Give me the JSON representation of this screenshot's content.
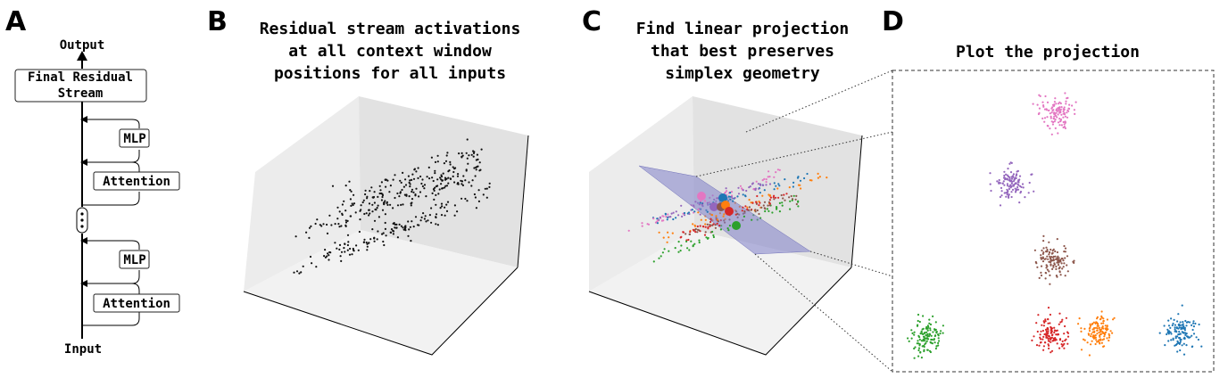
{
  "panels": {
    "a": {
      "letter": "A",
      "output_label": "Output",
      "final_residual_line1": "Final Residual",
      "final_residual_line2": "Stream",
      "mlp_label": "MLP",
      "attention_label": "Attention",
      "input_label": "Input"
    },
    "b": {
      "letter": "B",
      "title_line1": "Residual stream activations",
      "title_line2": "at all context window",
      "title_line3": "positions for all inputs"
    },
    "c": {
      "letter": "C",
      "title_line1": "Find linear projection",
      "title_line2": "that best preserves",
      "title_line3": "simplex geometry"
    },
    "d": {
      "letter": "D",
      "title": "Plot the projection"
    }
  },
  "colors": {
    "blue": "#1f77b4",
    "orange": "#ff7f0e",
    "green": "#2ca02c",
    "red": "#d62728",
    "purple": "#9467bd",
    "brown": "#8c564b",
    "pink": "#e377c2",
    "plane": "#8080c8"
  },
  "icons": {
    "ellipsis": "vertical-ellipsis-icon",
    "arrow": "arrow-up-icon"
  }
}
